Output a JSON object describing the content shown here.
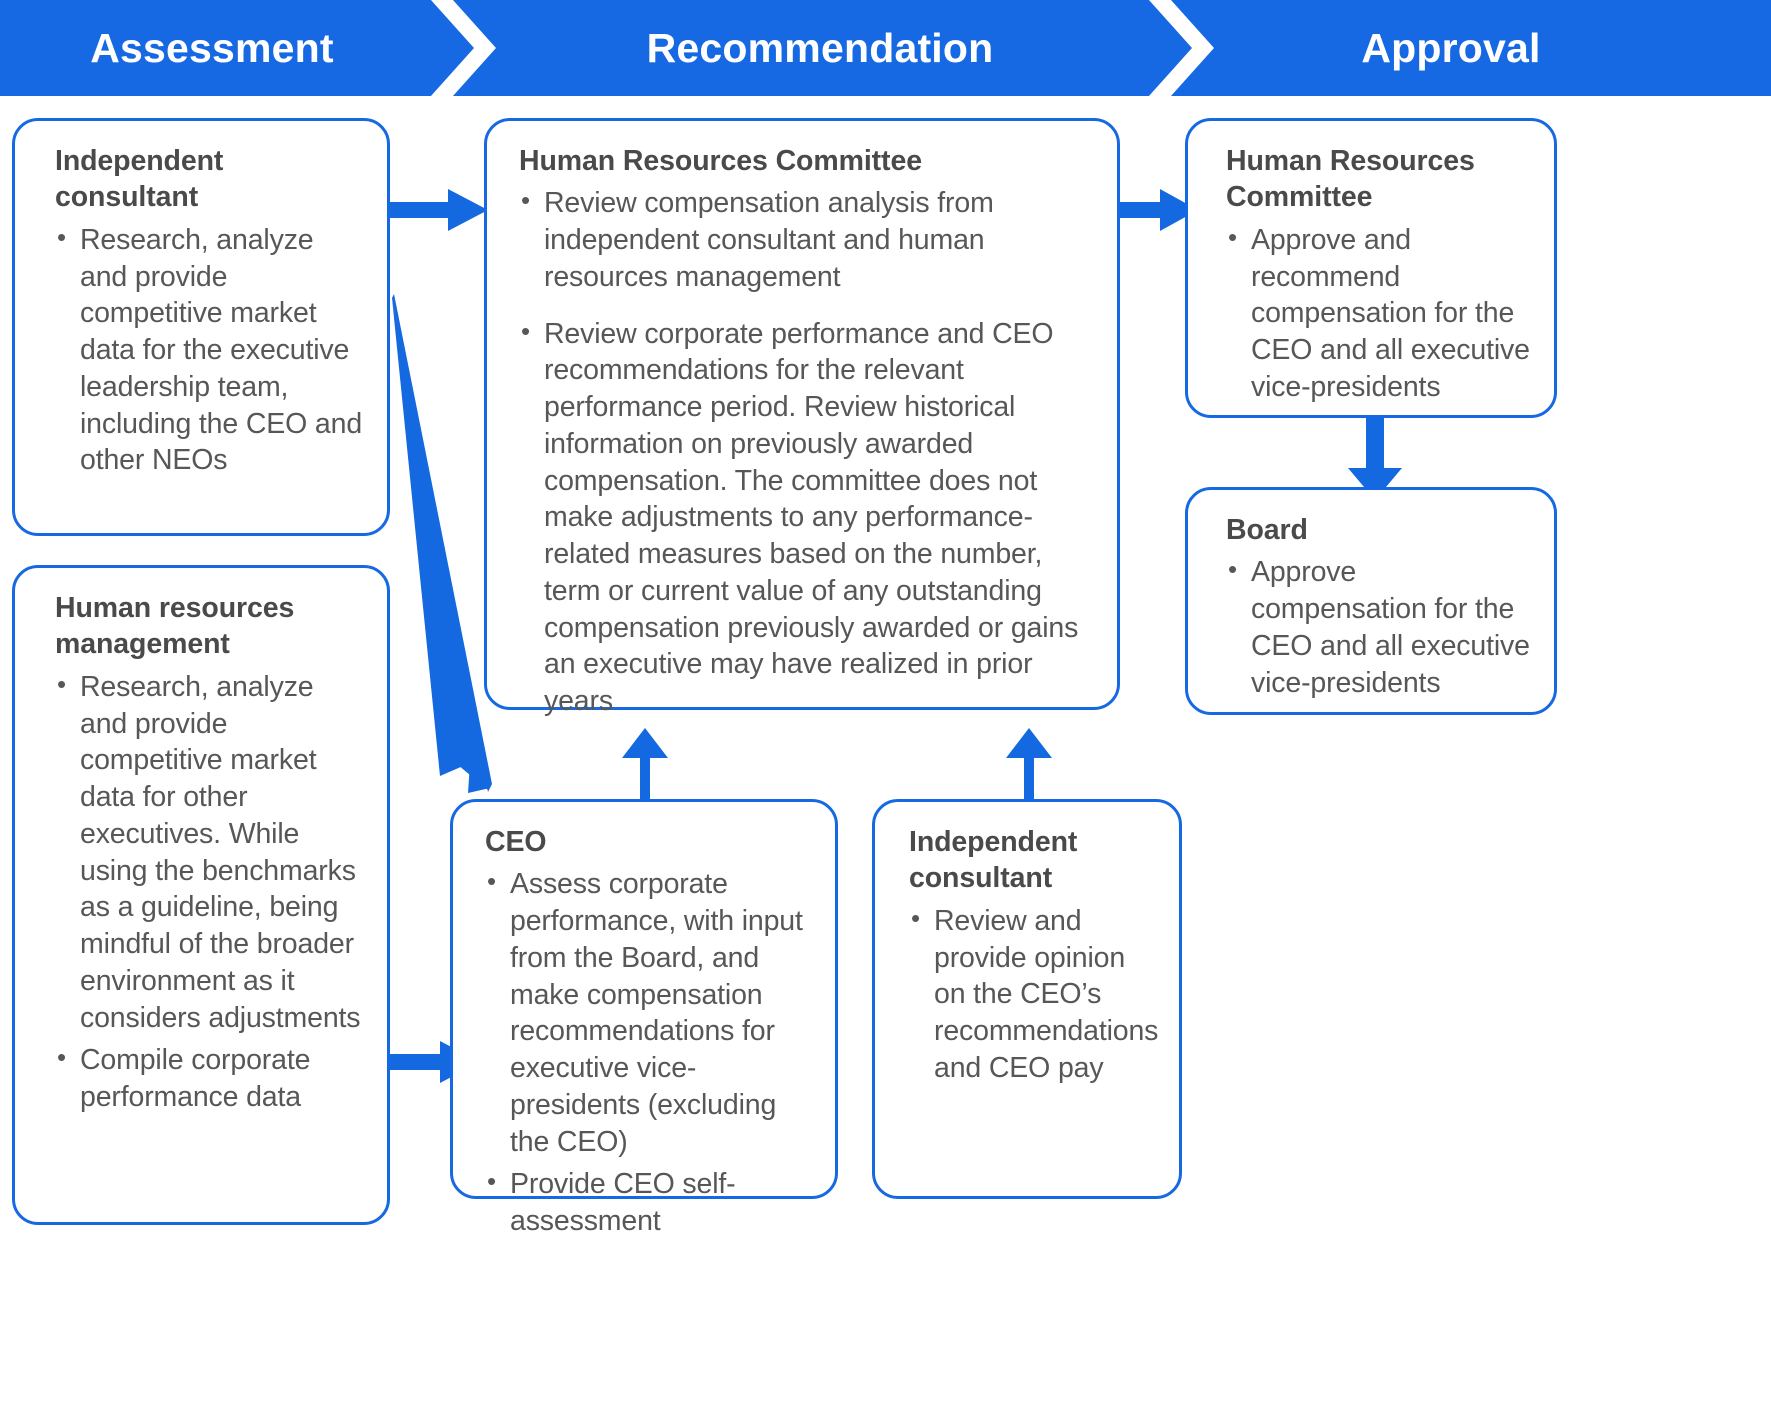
{
  "theme": {
    "brand_blue": "#1669E3",
    "arrow_blue": "#1469E0",
    "title_gray": "#4a4a4a",
    "body_gray": "#575757",
    "band_text": "#ffffff",
    "page_bg": "#ffffff"
  },
  "band": {
    "stages": [
      {
        "label": "Assessment"
      },
      {
        "label": "Recommendation"
      },
      {
        "label": "Approval"
      }
    ],
    "separator_icon": "chevron-right-icon"
  },
  "boxes": {
    "independent_consultant_assessment": {
      "title": "Independent consultant",
      "bullets": [
        "Research, analyze and provide competitive market data for the executive leadership team, including the CEO and other NEOs"
      ]
    },
    "hr_management": {
      "title": "Human resources management",
      "bullets": [
        "Research, analyze and provide competitive market data for other executives. While using the benchmarks as a guideline, being mindful of the broader environment as it considers adjustments",
        "Compile corporate performance data"
      ]
    },
    "hr_committee_recommendation": {
      "title": "Human Resources Committee",
      "bullets": [
        "Review compensation analysis from independent consultant and human resources management",
        "Review corporate performance and CEO recommendations for the relevant performance period. Review historical information on previously awarded compensation. The committee does not make adjustments to any performance-related measures based on the number, term or current value of any outstanding compensation previously awarded or gains an executive may have realized in prior years"
      ]
    },
    "ceo": {
      "title": "CEO",
      "bullets": [
        "Assess corporate performance, with input from the Board, and make compensation recommendations for executive vice-presidents (excluding the CEO)",
        "Provide CEO self-assessment"
      ]
    },
    "independent_consultant_review": {
      "title": "Independent consultant",
      "bullets": [
        "Review and provide opinion on the CEO’s recommendations and CEO pay"
      ]
    },
    "hr_committee_approval": {
      "title": "Human Resources Committee",
      "bullets": [
        "Approve and recommend compensation for the CEO and all executive vice-presidents"
      ]
    },
    "board": {
      "title": "Board",
      "bullets": [
        "Approve compensation for the CEO and all executive vice-presidents"
      ]
    }
  },
  "connectors": [
    {
      "name": "consultant-to-hr-committee",
      "icon": "arrow-right-icon"
    },
    {
      "name": "consultant-to-ceo",
      "icon": "arrow-diagonal-down-right-icon"
    },
    {
      "name": "hr-management-to-ceo",
      "icon": "arrow-right-icon"
    },
    {
      "name": "ceo-to-hr-committee",
      "icon": "arrow-up-icon"
    },
    {
      "name": "consultant-review-to-hr-committee",
      "icon": "arrow-up-icon"
    },
    {
      "name": "hr-committee-to-approval",
      "icon": "arrow-right-icon"
    },
    {
      "name": "approval-to-board",
      "icon": "arrow-down-icon"
    }
  ]
}
